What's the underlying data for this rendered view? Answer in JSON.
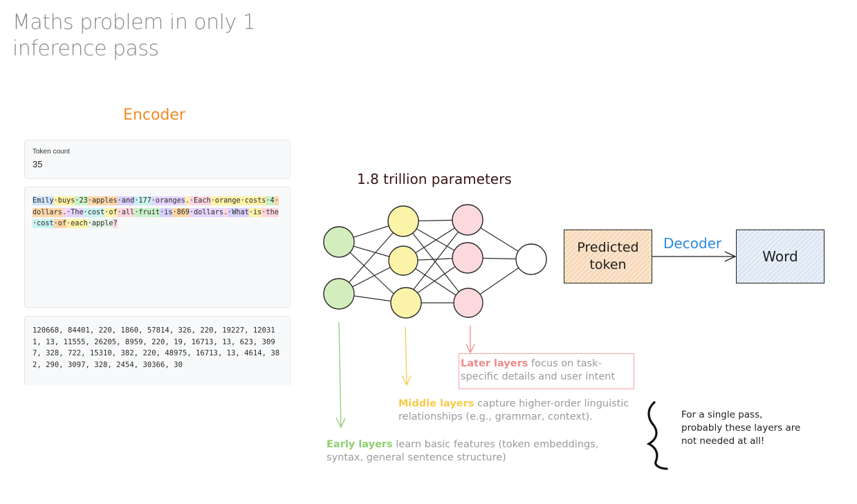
{
  "title": "Maths problem in only 1 inference pass",
  "encoder": {
    "label": "Encoder",
    "token_count_label": "Token count",
    "token_count_value": "35",
    "tokens": [
      {
        "text": "Emily",
        "color": "#cfe3ff"
      },
      {
        "text": "·buys",
        "color": "#fff2a8"
      },
      {
        "text": "·23",
        "color": "#c9f2c9"
      },
      {
        "text": "·apples",
        "color": "#ffd7a8"
      },
      {
        "text": "·and",
        "color": "#d8d0ff"
      },
      {
        "text": "·177",
        "color": "#c9f2f0"
      },
      {
        "text": "·oranges",
        "color": "#e6d6ff"
      },
      {
        "text": ".",
        "color": "#fff2a8"
      },
      {
        "text": "·Each",
        "color": "#ffd6e0"
      },
      {
        "text": "·orange",
        "color": "#fff2a8"
      },
      {
        "text": "·costs",
        "color": "#fff2a8"
      },
      {
        "text": "·4",
        "color": "#c9f2c9"
      },
      {
        "text": "·dollars",
        "color": "#ffd7a8"
      },
      {
        "text": ".",
        "color": "#ffd6e0"
      },
      {
        "text": "·The",
        "color": "#e6d6ff"
      },
      {
        "text": "·cost",
        "color": "#c9f2f0"
      },
      {
        "text": "·of",
        "color": "#fff2a8"
      },
      {
        "text": "·all",
        "color": "#ffd6e0"
      },
      {
        "text": "·fruit",
        "color": "#c9f2c9"
      },
      {
        "text": "·is",
        "color": "#d8d0ff"
      },
      {
        "text": "·869",
        "color": "#ffd7a8"
      },
      {
        "text": "·dollars",
        "color": "#e6d6ff"
      },
      {
        "text": ".",
        "color": "#ffd6e0"
      },
      {
        "text": "·What",
        "color": "#d8d0ff"
      },
      {
        "text": "·is",
        "color": "#fff2a8"
      },
      {
        "text": "·the",
        "color": "#ffd6e0"
      },
      {
        "text": "·cost",
        "color": "#c9f2f0"
      },
      {
        "text": "·of",
        "color": "#ffd7a8"
      },
      {
        "text": "·each",
        "color": "#fff2a8"
      },
      {
        "text": "·apple",
        "color": "#e6f5e6"
      },
      {
        "text": "?",
        "color": "#ffd6e0"
      }
    ],
    "token_ids": "120668, 84401, 220, 1860, 57814, 326, 220, 19227, 120311, 13, 11555, 26205, 8959, 220, 19, 16713, 13, 623, 3097, 328, 722, 15310, 382, 220, 48975, 16713, 13, 4614, 382, 290, 3097, 328, 2454, 30366, 30"
  },
  "network": {
    "params_label": "1.8 trillion parameters",
    "colors": {
      "early": "#d4edbc",
      "middle": "#fbf4a8",
      "later": "#fbd9dc",
      "output": "#ffffff"
    }
  },
  "predicted_token_label": "Predicted token",
  "decoder_label": "Decoder",
  "word_label": "Word",
  "annotations": {
    "later_head": "Later layers",
    "later_body": " focus on task-specific details and user intent",
    "middle_head": "Middle layers",
    "middle_body": " capture higher-order linguistic relationships (e.g., grammar, context).",
    "early_head": "Early layers",
    "early_body": " learn basic features (token embeddings, syntax, general sentence structure)",
    "note": "For a single pass, probably these layers are not needed at all!"
  }
}
